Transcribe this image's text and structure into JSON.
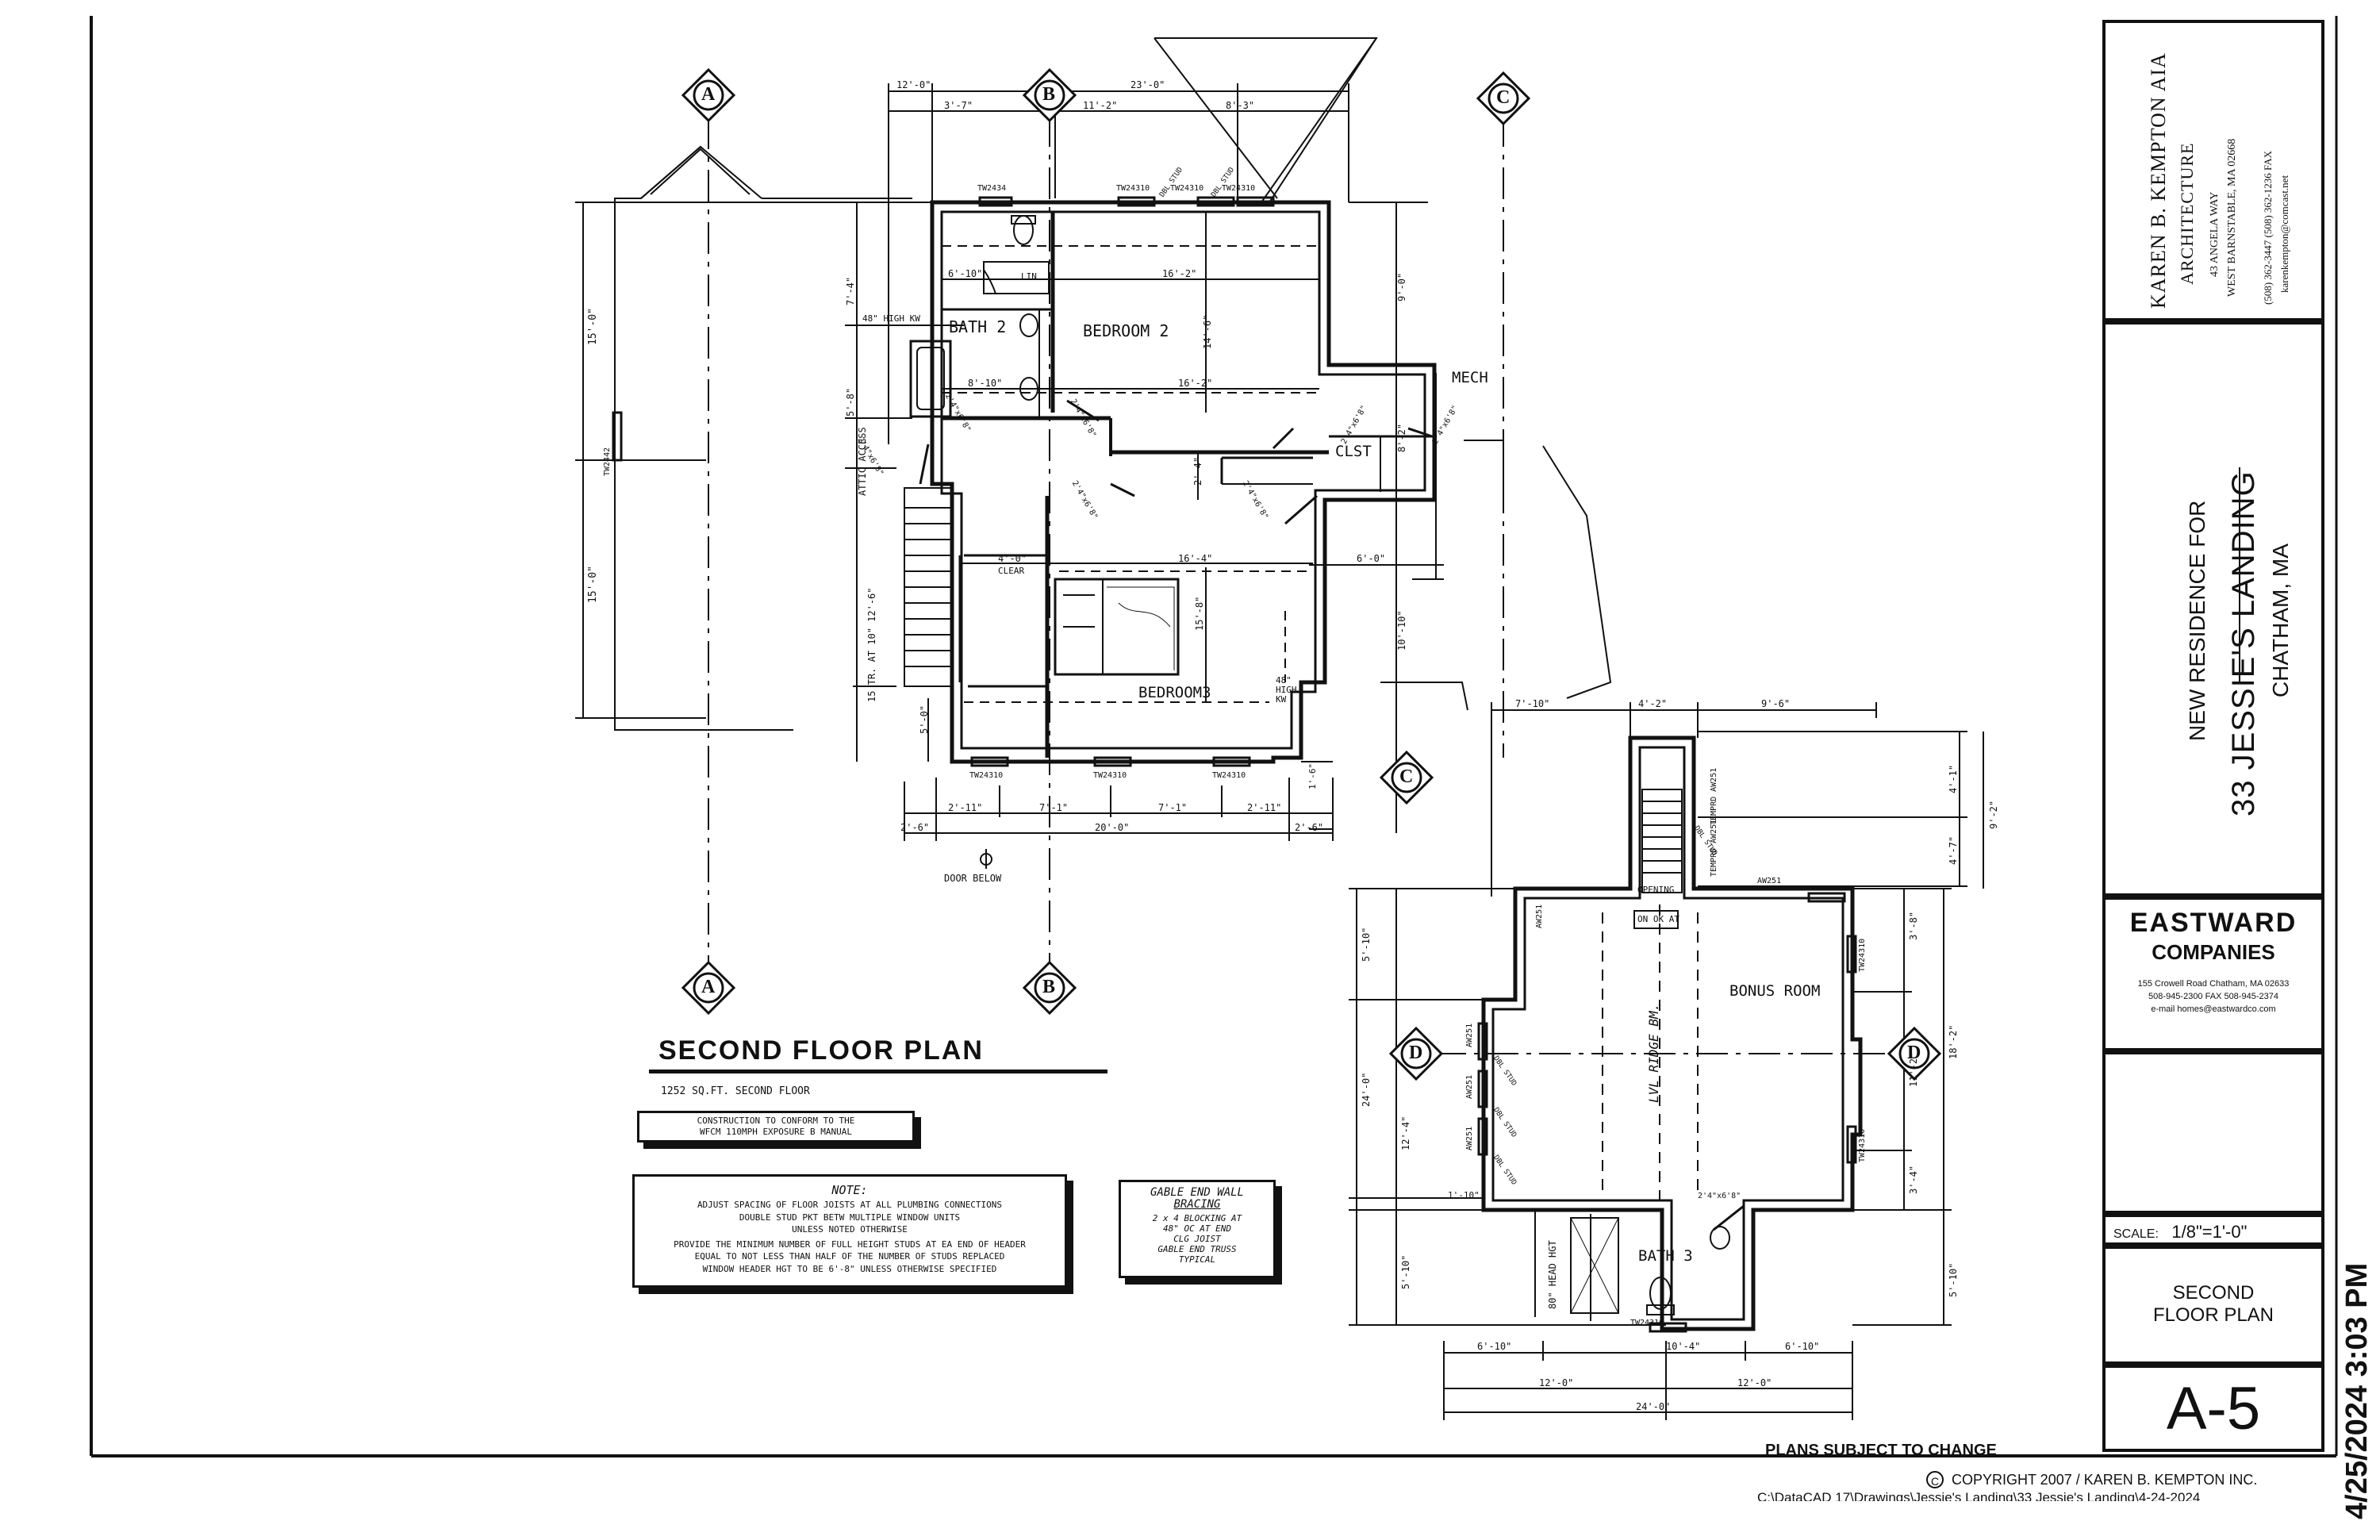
{
  "sheet": {
    "plan_title": "SECOND FLOOR PLAN",
    "area_note": "1252 SQ.FT. SECOND FLOOR",
    "code_note_lines": [
      "CONSTRUCTION TO CONFORM TO THE",
      "WFCM 110MPH EXPOSURE B MANUAL"
    ],
    "general_note": {
      "title": "NOTE:",
      "lines": [
        "ADJUST SPACING OF FLOOR JOISTS AT ALL PLUMBING CONNECTIONS",
        "DOUBLE STUD PKT BETW MULTIPLE WINDOW UNITS",
        "UNLESS NOTED OTHERWISE",
        "PROVIDE THE MINIMUM NUMBER OF FULL HEIGHT STUDS AT EA END OF HEADER",
        "EQUAL TO NOT LESS THAN HALF OF THE NUMBER OF STUDS REPLACED",
        "WINDOW HEADER HGT TO BE 6'-8\" UNLESS OTHERWISE SPECIFIED"
      ]
    },
    "gable_note": {
      "title_lines": [
        "GABLE END WALL",
        "BRACING"
      ],
      "lines": [
        "2 x 4 BLOCKING AT",
        "48\" OC AT END",
        "CLG JOIST",
        "GABLE END TRUSS",
        "TYPICAL"
      ]
    },
    "plans_subject": "PLANS SUBJECT TO CHANGE",
    "copyright": "COPYRIGHT  2007 / KAREN B. KEMPTON INC.",
    "copyright_symbol": "C",
    "file_path": "C:\\DataCAD 17\\Drawings\\Jessie's Landing\\33 Jessie's Landing\\4-24-2024",
    "print_stamp": "4/25/2024 3:03 PM"
  },
  "title_block": {
    "architect": {
      "name": "KAREN B. KEMPTON AIA",
      "firm": "ARCHITECTURE",
      "address1": "43 ANGELA WAY",
      "address2": "WEST BARNSTABLE, MA  02668",
      "phone": "(508) 362-3447  (508) 362-1236 FAX",
      "email": "karenkempton@comcast.net"
    },
    "project": {
      "line1": "NEW RESIDENCE FOR",
      "line2": "33 JESSIE'S LANDING",
      "line3": "CHATHAM, MA"
    },
    "builder": {
      "name_top": "EASTWARD",
      "name_bottom": "COMPANIES",
      "address": "155 Crowell Road   Chatham, MA  02633",
      "phone": "508-945-2300        FAX  508-945-2374",
      "email": "e-mail  homes@eastwardco.com"
    },
    "scale_label": "SCALE:",
    "scale_value": "1/8\"=1'-0\"",
    "sheet_title_line1": "SECOND",
    "sheet_title_line2": "FLOOR PLAN",
    "sheet_number": "A-5"
  },
  "grid_bubbles": {
    "a": "A",
    "b": "B",
    "c": "C",
    "d": "D"
  },
  "rooms": {
    "bath2": "BATH 2",
    "bedroom2": "BEDROOM 2",
    "bedroom3": "BEDROOM3",
    "mech": "MECH",
    "clst": "CLST",
    "bonus_room": "BONUS ROOM",
    "bath3": "BATH 3",
    "lin": "LIN",
    "clear": "CLEAR",
    "door_below": "DOOR BELOW",
    "attic_access": "ATTIC ACCESS",
    "high_kw_1": "48\" HIGH KW",
    "high_kw_2": "48\" HIGH KW",
    "lvl_ridge": "LVL RIDGE BM.",
    "opening": "OPENING",
    "on_ok": "ON OK AT",
    "head_hgt": "80\" HEAD HGT",
    "stair_note": "15 TR. AT 10\" 12'-6\""
  },
  "windows": {
    "tw2434": "TW2434",
    "tw24310_a": "TW24310",
    "tw24310_b": "TW24310",
    "tw24310_c": "TW24310",
    "tw24310_d": "TW24310",
    "tw24310_e": "TW24310",
    "tw24310_f": "TW24310",
    "tw24310_g": "TW24310",
    "tw24310_h": "TW24310",
    "tw24310_i": "TW24310",
    "tw2442": "TW2442",
    "aw251_a": "AW251",
    "aw251_b": "AW251",
    "aw251_c": "AW251",
    "aw251_d": "AW251",
    "aw251_e": "AW251",
    "tempro_a": "TEMPRD AW251",
    "tempro_b": "TEMPRD AW251",
    "dbl_stud_a": "DBL STUD",
    "dbl_stud_b": "DBL STUD",
    "dbl_stud_c": "DBL STUD",
    "dbl_stud_d": "DBL STUD",
    "dbl_stud_e": "DBL STUD",
    "dbl_stud_f": "DBL STUD"
  },
  "doors": {
    "d1": "2'4\"x6'8\"",
    "d2": "2'4\"x6'8\"",
    "d3": "2'4\"x6'8\"",
    "d4": "2'4\"x6'8\"",
    "d5": "2'4\"x6'8\"",
    "d6": "2'4\"x6'8\"",
    "d7": "2'4\"x6'8\"",
    "d8": "2'4\"x6'8\""
  },
  "dims": {
    "top_12_0": "12'-0\"",
    "top_23_0": "23'-0\"",
    "top_3_7": "3'-7\"",
    "top_11_2": "11'-2\"",
    "top_8_3": "8'-3\"",
    "bed2_16_2": "16'-2\"",
    "bed2_14_6": "14'-6\"",
    "bath_6_10": "6'-10\"",
    "bath_8_10": "8'-10\"",
    "mid_16_2": "16'-2\"",
    "left_7_4": "7'-4\"",
    "left_5_8": "5'-8\"",
    "left_15_0_a": "15'-0\"",
    "left_15_0_b": "15'-0\"",
    "right_9_0": "9'-0\"",
    "right_8_2": "8'-2\"",
    "right_6_0": "6'-0\"",
    "right_10_10": "10'-10\"",
    "hall_2_4": "2'-4\"",
    "hall_4_0": "4'-0\"",
    "bed3_16_4": "16'-4\"",
    "bed3_15_8": "15'-8\"",
    "stair_5_0": "5'-0\"",
    "bot_2_11_a": "2'-11\"",
    "bot_7_1_a": "7'-1\"",
    "bot_7_1_b": "7'-1\"",
    "bot_2_11_b": "2'-11\"",
    "bot_2_6_a": "2'-6\"",
    "bot_20_0": "20'-0\"",
    "bot_2_6_b": "2'-6\"",
    "bot_1_6": "1'-6\"",
    "gar_7_10": "7'-10\"",
    "gar_4_2": "4'-2\"",
    "gar_9_6": "9'-6\"",
    "gar_4_1": "4'-1\"",
    "gar_4_7": "4'-7\"",
    "gar_9_2": "9'-2\"",
    "gar_5_10_a": "5'-10\"",
    "gar_24_0_v": "24'-0\"",
    "gar_12_4": "12'-4\"",
    "gar_1_10": "1'-10\"",
    "gar_5_10_b": "5'-10\"",
    "gar_3_8": "3'-8\"",
    "gar_11_2": "11'-2\"",
    "gar_3_4": "3'-4\"",
    "gar_18_2": "18'-2\"",
    "gar_5_10_c": "5'-10\"",
    "gar_6_10_a": "6'-10\"",
    "gar_10_4": "10'-4\"",
    "gar_6_10_b": "6'-10\"",
    "gar_12_0_a": "12'-0\"",
    "gar_12_0_b": "12'-0\"",
    "gar_24_0_h": "24'-0\""
  }
}
